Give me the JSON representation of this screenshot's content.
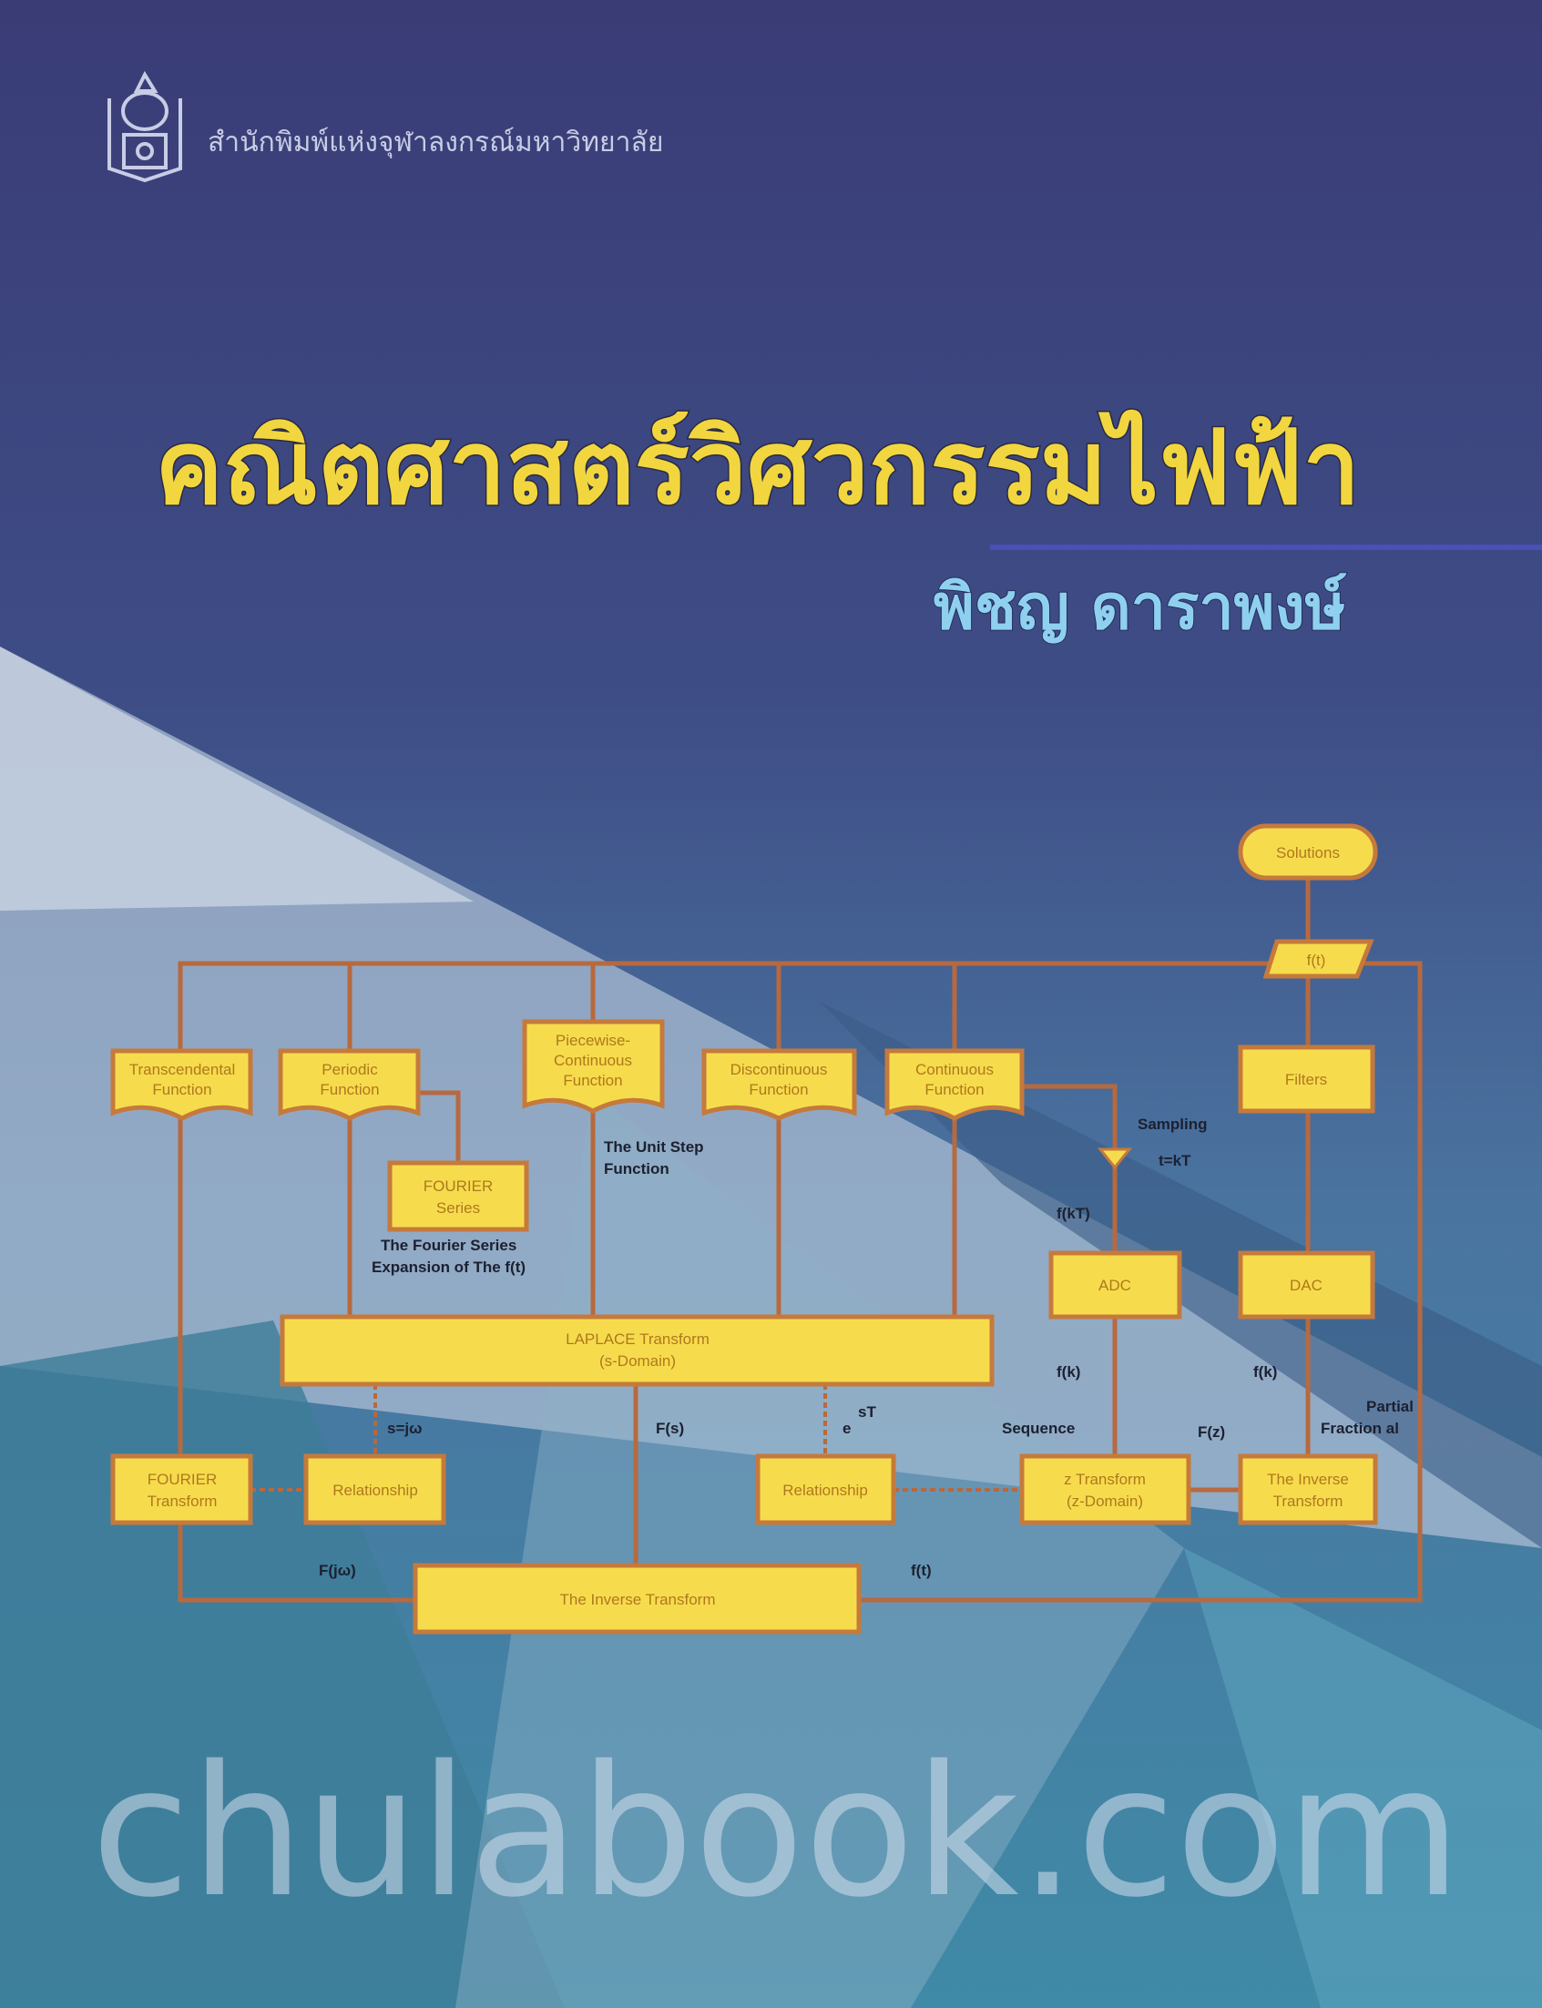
{
  "cover": {
    "publisher": "สำนักพิมพ์แห่งจุฬาลงกรณ์มหาวิทยาลัย",
    "title": "คณิตศาสตร์วิศวกรรมไฟฟ้า",
    "author": "พิชญ ดาราพงษ์",
    "watermark": "chulabook.com",
    "colors": {
      "title": "#f2d640",
      "author": "#8fd0f0",
      "box": "#f6dc4c",
      "line": "#b7693f"
    }
  },
  "diagram": {
    "solutions": "Solutions",
    "ft": "f(t)",
    "filters": "Filters",
    "adc": "ADC",
    "dac": "DAC",
    "functions": [
      [
        "Transcendental",
        "Function"
      ],
      [
        "Periodic",
        "Function"
      ],
      [
        "Piecewise-",
        "Continuous",
        "Function"
      ],
      [
        "Discontinuous",
        "Function"
      ],
      [
        "Continuous",
        "Function"
      ]
    ],
    "fourier_series": [
      "FOURIER",
      "Series"
    ],
    "laplace": [
      "LAPLACE Transform",
      "(s-Domain)"
    ],
    "fourier_transform": [
      "FOURIER",
      "Transform"
    ],
    "relationship_1": "Relationship",
    "relationship_2": "Relationship",
    "z_transform": [
      "z Transform",
      "(z-Domain)"
    ],
    "inverse_right": [
      "The Inverse",
      "Transform"
    ],
    "inverse_bottom": "The Inverse Transform",
    "labels": {
      "sampling": "Sampling",
      "tkT": "t=kT",
      "fkT": "f(kT)",
      "unit_step": [
        "The Unit Step",
        "Function"
      ],
      "fourier_expansion": [
        "The Fourier Series",
        "Expansion of The f(t)"
      ],
      "fk_left": "f(k)",
      "fk_right": "f(k)",
      "partial": [
        "Partial",
        "Fraction al"
      ],
      "s_jw": "s=jω",
      "Fs": "F(s)",
      "esT": "e",
      "esT_sup": "sT",
      "sequence": "Sequence",
      "Fz": "F(z)",
      "Fjw": "F(jω)",
      "Ft": "f(t)"
    }
  }
}
